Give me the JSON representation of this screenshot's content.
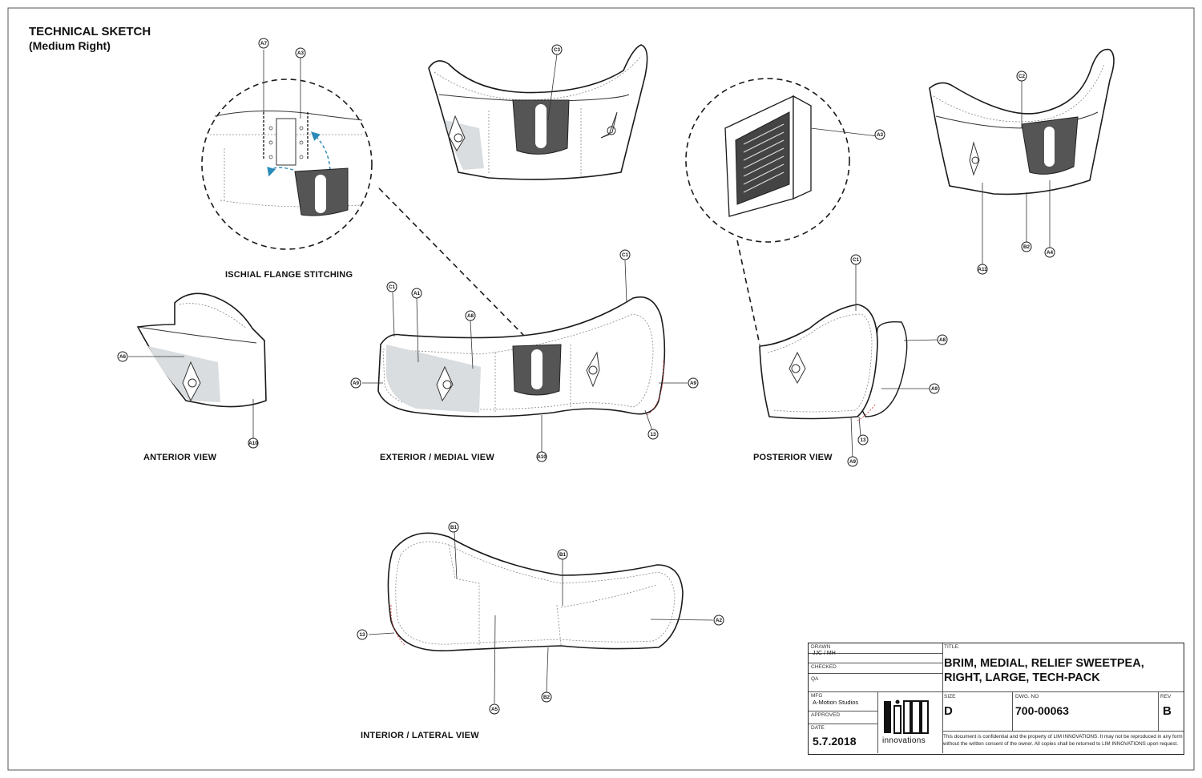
{
  "header": {
    "title": "TECHNICAL SKETCH",
    "subtitle": "(Medium Right)"
  },
  "views": {
    "ischial": "ISCHIAL FLANGE STITCHING",
    "anterior": "ANTERIOR VIEW",
    "exterior": "EXTERIOR / MEDIAL VIEW",
    "posterior": "POSTERIOR VIEW",
    "interior": "INTERIOR / LATERAL VIEW"
  },
  "callouts": {
    "ischial": [
      "A7",
      "A3"
    ],
    "top": [
      "C3"
    ],
    "detail": [
      "A3"
    ],
    "topright": [
      "C2",
      "A11",
      "B2",
      "A4"
    ],
    "anterior": [
      "A6",
      "A10"
    ],
    "exterior": [
      "C1",
      "A1",
      "A8",
      "C1",
      "A9",
      "A9",
      "13",
      "A10"
    ],
    "posterior": [
      "C1",
      "A8",
      "A9",
      "13",
      "A9"
    ],
    "interior": [
      "B1",
      "B1",
      "A2",
      "13",
      "A5",
      "B2"
    ]
  },
  "title_block": {
    "drawn_label": "DRAWN",
    "drawn_value": "JJC / MH",
    "checked_label": "CHECKED",
    "qa_label": "QA",
    "mfg_label": "MFG",
    "mfg_value": "A-Motion Studios",
    "approved_label": "APPROVED",
    "date_label": "DATE",
    "date_value": "5.7.2018",
    "logo_word": "innovations",
    "title_label": "TITLE:",
    "title_line1": "BRIM, MEDIAL, RELIEF SWEETPEA,",
    "title_line2": "RIGHT, LARGE, TECH-PACK",
    "size_label": "SIZE",
    "size_value": "D",
    "dwg_label": "DWG. NO",
    "dwg_value": "700-00063",
    "rev_label": "REV",
    "rev_value": "B",
    "note_line1": "This document is confidential and the property of LIM INNOVATIONS.  It may not be reproduced in any form",
    "note_line2": "without the written consent of the owner.  All copies shall be returned to LIM INNOVATIONS upon request."
  },
  "colors": {
    "line": "#1a1a1a",
    "flange": "#555555",
    "shade": "#d9dde0",
    "arrow": "#2a8ab8",
    "redstitch": "#d94040"
  }
}
